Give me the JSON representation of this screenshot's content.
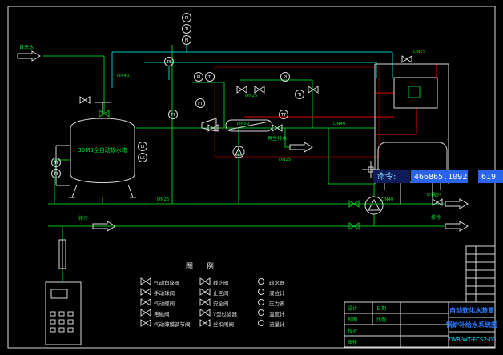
{
  "command_bar": {
    "prompt": "命令:",
    "coord_x": "466865.1092",
    "coord_y": "619"
  },
  "tank": {
    "label": "30M3全自动软水箱"
  },
  "instruments": [
    {
      "tag": "PI"
    },
    {
      "tag": "TI"
    },
    {
      "tag": "FI"
    },
    {
      "tag": "PI"
    },
    {
      "tag": "PI"
    },
    {
      "tag": "TI"
    },
    {
      "tag": "FT"
    },
    {
      "tag": "FI"
    },
    {
      "tag": "PI"
    },
    {
      "tag": "TT"
    },
    {
      "tag": "TI"
    },
    {
      "tag": "LI"
    },
    {
      "tag": "LS"
    },
    {
      "tag": "TI"
    },
    {
      "tag": "PI"
    }
  ],
  "flow_labels": [
    {
      "text": "自来水"
    },
    {
      "text": "再生排水"
    },
    {
      "text": "排污"
    },
    {
      "text": "至锅炉"
    },
    {
      "text": "排污"
    }
  ],
  "pipe_tags": [
    {
      "text": "DN40"
    },
    {
      "text": "DN50"
    },
    {
      "text": "DN40"
    },
    {
      "text": "DN25"
    },
    {
      "text": "DN40"
    },
    {
      "text": "DN25"
    },
    {
      "text": "DN25"
    },
    {
      "text": "DN25"
    }
  ],
  "legend": {
    "title": "图 例",
    "items": [
      {
        "label": "气动角座阀"
      },
      {
        "label": "手动球阀"
      },
      {
        "label": "气动蝶阀"
      },
      {
        "label": "电磁阀"
      },
      {
        "label": "气动薄膜调节阀"
      },
      {
        "label": "截止阀"
      },
      {
        "label": "止回阀"
      },
      {
        "label": "安全阀"
      },
      {
        "label": "Y型过滤器"
      },
      {
        "label": "丝扣闸阀"
      },
      {
        "label": "疏水器"
      },
      {
        "label": "液位计"
      },
      {
        "label": "压力表"
      },
      {
        "label": "温度计"
      },
      {
        "label": "流量计"
      }
    ]
  },
  "title_block": {
    "project": "自动软化水装置",
    "drawing_title": "锅炉补给水系统图",
    "drawing_no": "7WB-WT-FCS2-00",
    "cells": [
      "设计",
      "制图",
      "校对",
      "审核",
      "日期",
      "比例"
    ]
  }
}
